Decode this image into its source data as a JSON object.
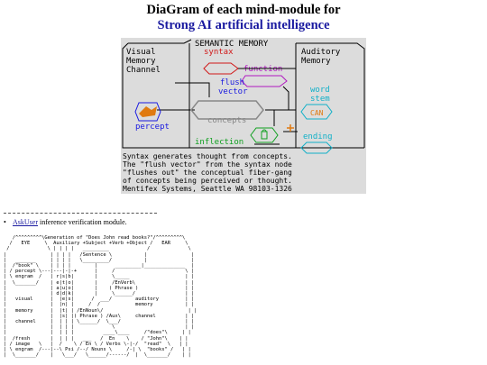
{
  "header": {
    "title": "DiaGram of each mind-module for",
    "subtitle": "Strong AI artificial intelligence"
  },
  "figure": {
    "background": "#dcdcdc",
    "boxes": {
      "visual": [
        "Visual",
        "Memory",
        "Channel"
      ],
      "semantic": "SEMANTIC MEMORY",
      "auditory": [
        "Auditory",
        "Memory"
      ]
    },
    "labels": {
      "syntax": "syntax",
      "function": "function",
      "flush": "flush",
      "vector": "vector",
      "percept": "percept",
      "concepts": "concepts",
      "word": "word",
      "stem": "stem",
      "ending": "ending",
      "inflection": "inflection",
      "can": "CAN"
    },
    "caption": [
      "Syntax generates thought from concepts.",
      "The \"flush vector\" from the syntax node",
      "\"flushes out\" the conceptual fiber-gang",
      "of concepts being perceived or thought.",
      "Mentifex Systems, Seattle WA 98103-1326"
    ],
    "colors": {
      "syntax": "#d01818",
      "function": "#b018c0",
      "blue": "#1a1ae0",
      "cyan": "#10b0c8",
      "green": "#10a020",
      "orange": "#e07a10"
    }
  },
  "bullet": {
    "link": "AskUser",
    "text": " inference verification module."
  },
  "ascii": [
    "   /^^^^^^^^^\\Generation of \"Does John read books?\"/^^^^^^^^^\\",
    "  /   EYE     \\  Auxiliary +Subject +Verb +Object /   EAR     \\",
    " /             \\ | | | |   _________             /             \\",
    "|               | | | |   /Sentence \\           |               |",
    "|   _______     | | | |   \\_________/           |               |",
    "|  /\"book\" \\    | | | |        |      _________|______________  |",
    "| / percept \\---|---|-|-+      |     /                        \\ |",
    "| \\ engram  /   | r|s|b|       |     \\_____                   | |",
    "|  \\_______/    | e|t|o|       |     /EnVerb\\                 | |",
    "|               | a|u|o|       |    ( Phrase )                | |",
    "|               | d|d|k|       |     \\______/                 | |",
    "|   visual      |  |e|s|      /  ___/        auditory         | |",
    "|               |  |n| |     /  /            memory           | |",
    "|   memory      |  |t| | /EnNoun\\/                             | |",
    "|               |  |s| |( Phrase ) /Aux\\     channel          | |",
    "|   channel     |  | | | \\______/  \\___/                      | |",
    "|               |  | | |             \\                        | |",
    "|               |  | | |          ____\\____     /\"does\"\\     | |",
    "|  /fresh       |  | | |   ___   /  En    \\    / \"John\"\\    | |",
    "| / image   \\   |  /    \\ / En \\ / Verbs \\-|-/  \"read\"  \\   | |",
    "| \\ engram  /---|--\\ Psi /--/ Nouns \\     /-| \\  \"books\" /   | |",
    "|  \\_______/    |   \\___/   \\______/------/  |  \\_______/    | |"
  ]
}
